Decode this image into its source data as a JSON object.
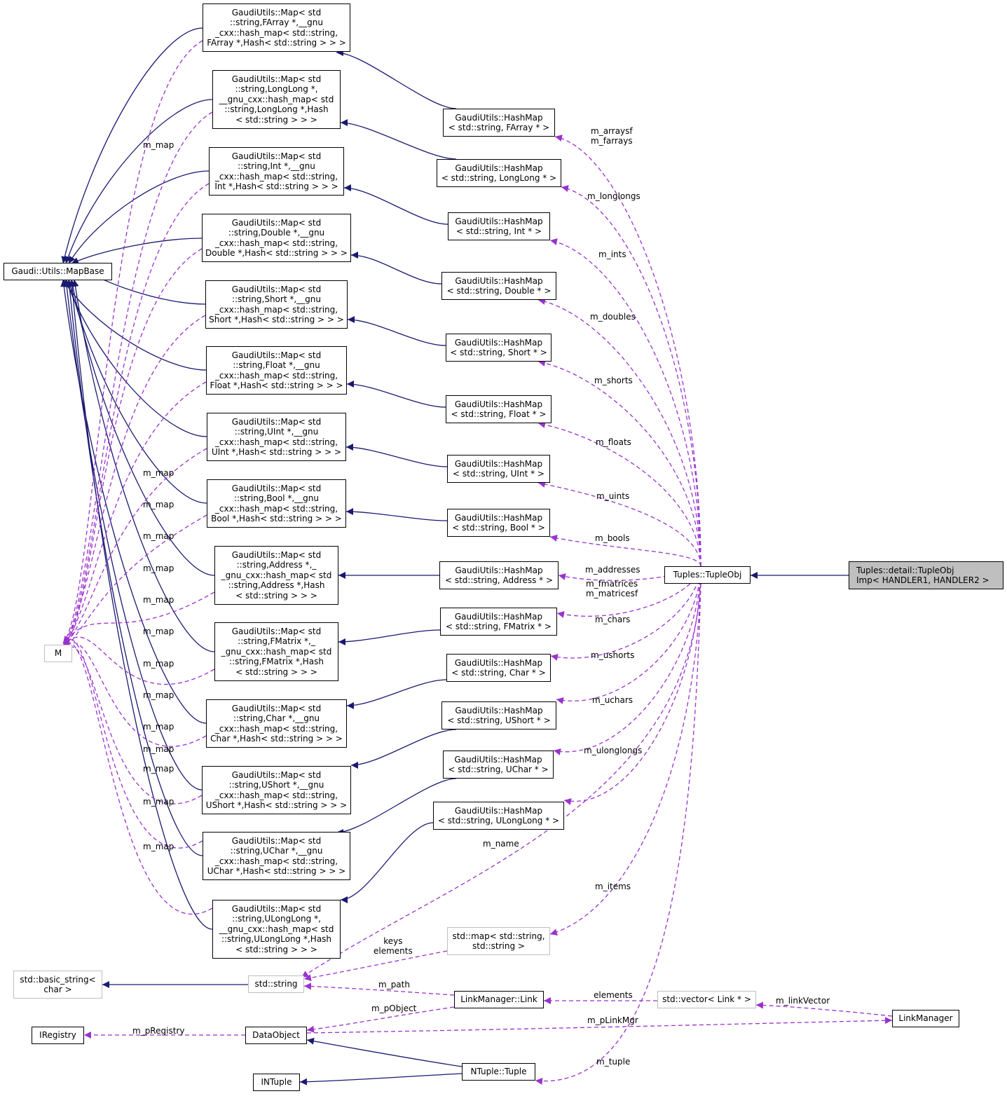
{
  "colors": {
    "inheritance": "#191970",
    "usage": "#9a32cd",
    "node_border": "#000000",
    "node_gray_border": "#bfbfbf",
    "focus_fill": "#bfbfbf"
  },
  "nodes": {
    "map_farray": "GaudiUtils::Map< std\n::string,FArray *,__gnu\n_cxx::hash_map< std::string,\nFArray *,Hash< std::string > > >",
    "map_longlong": "GaudiUtils::Map< std\n::string,LongLong *,\n__gnu_cxx::hash_map< std\n::string,LongLong *,Hash\n< std::string > > >",
    "map_int": "GaudiUtils::Map< std\n::string,Int *,__gnu\n_cxx::hash_map< std::string,\nInt *,Hash< std::string > > >",
    "map_double": "GaudiUtils::Map< std\n::string,Double *,__gnu\n_cxx::hash_map< std::string,\nDouble *,Hash< std::string > > >",
    "map_short": "GaudiUtils::Map< std\n::string,Short *,__gnu\n_cxx::hash_map< std::string,\nShort *,Hash< std::string > > >",
    "map_float": "GaudiUtils::Map< std\n::string,Float *,__gnu\n_cxx::hash_map< std::string,\nFloat *,Hash< std::string > > >",
    "map_uint": "GaudiUtils::Map< std\n::string,UInt *,__gnu\n_cxx::hash_map< std::string,\nUInt *,Hash< std::string > > >",
    "map_bool": "GaudiUtils::Map< std\n::string,Bool *,__gnu\n_cxx::hash_map< std::string,\nBool *,Hash< std::string > > >",
    "map_address": "GaudiUtils::Map< std\n::string,Address *,_\n_gnu_cxx::hash_map< std\n::string,Address *,Hash\n< std::string > > >",
    "map_fmatrix": "GaudiUtils::Map< std\n::string,FMatrix *,_\n_gnu_cxx::hash_map< std\n::string,FMatrix *,Hash\n< std::string > > >",
    "map_char": "GaudiUtils::Map< std\n::string,Char *,__gnu\n_cxx::hash_map< std::string,\nChar *,Hash< std::string > > >",
    "map_ushort": "GaudiUtils::Map< std\n::string,UShort *,__gnu\n_cxx::hash_map< std::string,\nUShort *,Hash< std::string > > >",
    "map_uchar": "GaudiUtils::Map< std\n::string,UChar *,__gnu\n_cxx::hash_map< std::string,\nUChar *,Hash< std::string > > >",
    "map_ulonglong": "GaudiUtils::Map< std\n::string,ULongLong *,\n__gnu_cxx::hash_map< std\n::string,ULongLong *,Hash\n< std::string > > >",
    "hm_farray": "GaudiUtils::HashMap\n< std::string, FArray * >",
    "hm_longlong": "GaudiUtils::HashMap\n< std::string, LongLong * >",
    "hm_int": "GaudiUtils::HashMap\n< std::string, Int * >",
    "hm_double": "GaudiUtils::HashMap\n< std::string, Double * >",
    "hm_short": "GaudiUtils::HashMap\n< std::string, Short * >",
    "hm_float": "GaudiUtils::HashMap\n< std::string, Float * >",
    "hm_uint": "GaudiUtils::HashMap\n< std::string, UInt * >",
    "hm_bool": "GaudiUtils::HashMap\n< std::string, Bool * >",
    "hm_address": "GaudiUtils::HashMap\n< std::string, Address * >",
    "hm_fmatrix": "GaudiUtils::HashMap\n< std::string, FMatrix * >",
    "hm_char": "GaudiUtils::HashMap\n< std::string, Char * >",
    "hm_ushort": "GaudiUtils::HashMap\n< std::string, UShort * >",
    "hm_uchar": "GaudiUtils::HashMap\n< std::string, UChar * >",
    "hm_ulonglong": "GaudiUtils::HashMap\n< std::string, ULongLong * >",
    "mapbase": "Gaudi::Utils::MapBase",
    "m": "M",
    "tupleobj": "Tuples::TupleObj",
    "tupleobjimp": "Tuples::detail::TupleObj\nImp< HANDLER1, HANDLER2 >",
    "stdmap": "std::map< std::string,\nstd::string >",
    "basic_string": "std::basic_string<\nchar >",
    "stdstring": "std::string",
    "link": "LinkManager::Link",
    "vector": "std::vector< Link * >",
    "linkmanager": "LinkManager",
    "iregistry": "IRegistry",
    "dataobject": "DataObject",
    "ntuple": "NTuple::Tuple",
    "intuple": "INTuple"
  },
  "edge_labels": {
    "m_map_top": "m_map",
    "m_map_1": "m_map",
    "m_map_2": "m_map",
    "m_map_3": "m_map",
    "m_map_4": "m_map",
    "m_map_5": "m_map",
    "m_map_6": "m_map",
    "m_map_7": "m_map",
    "m_map_8": "m_map",
    "m_map_9": "m_map",
    "m_map_10": "m_map",
    "m_map_11": "m_map",
    "m_map_12": "m_map",
    "m_map_13": "m_map",
    "m_arraysf": "m_arraysf\nm_farrays",
    "m_longlongs": "m_longlongs",
    "m_ints": "m_ints",
    "m_doubles": "m_doubles",
    "m_shorts": "m_shorts",
    "m_floats": "m_floats",
    "m_uints": "m_uints",
    "m_bools": "m_bools",
    "m_addresses": "m_addresses",
    "m_fmatrices": "m_fmatrices\nm_matricesf",
    "m_chars": "m_chars",
    "m_ushorts": "m_ushorts",
    "m_uchars": "m_uchars",
    "m_ulonglongs": "m_ulonglongs",
    "m_name": "m_name",
    "m_items": "m_items",
    "keys": "keys\nelements",
    "m_path": "m_path",
    "elements": "elements",
    "m_linkVector": "m_linkVector",
    "m_pObject": "m_pObject",
    "m_pLinkMgr": "m_pLinkMgr",
    "m_pRegistry": "m_pRegistry",
    "m_tuple": "m_tuple"
  }
}
